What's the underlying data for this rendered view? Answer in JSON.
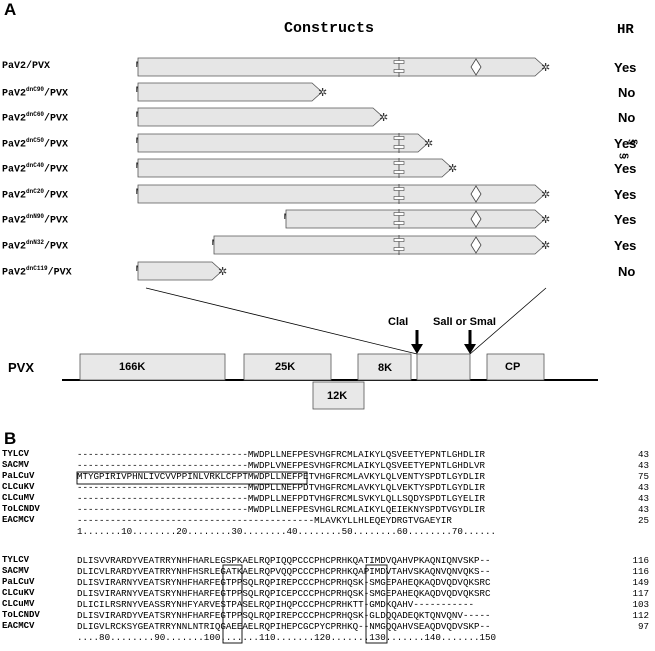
{
  "panel_a": {
    "label": "A",
    "title": "Constructs",
    "hr_header": "HR",
    "constructs": [
      {
        "base": "PaV2",
        "sup": "",
        "suffix": "/PVX",
        "hr": "Yes"
      },
      {
        "base": "PaV2",
        "sup": "dnC90",
        "suffix": "/PVX",
        "hr": "No"
      },
      {
        "base": "PaV2",
        "sup": "dnC60",
        "suffix": "/PVX",
        "hr": "No"
      },
      {
        "base": "PaV2",
        "sup": "dnC50",
        "suffix": "/PVX",
        "hr": "Yes"
      },
      {
        "base": "PaV2",
        "sup": "dnC40",
        "suffix": "/PVX",
        "hr": "Yes"
      },
      {
        "base": "PaV2",
        "sup": "dnC20",
        "suffix": "/PVX",
        "hr": "Yes"
      },
      {
        "base": "PaV2",
        "sup": "dnN90",
        "suffix": "/PVX",
        "hr": "Yes"
      },
      {
        "base": "PaV2",
        "sup": "dnN32",
        "suffix": "/PVX",
        "hr": "Yes"
      },
      {
        "base": "PaV2",
        "sup": "dnC119",
        "suffix": "/PVX",
        "hr": "No"
      }
    ],
    "start_marker": "M",
    "side_annotation": "§",
    "pvx_map": {
      "name": "PVX",
      "genes_top": [
        "166K",
        "25K",
        "8K",
        "CP"
      ],
      "gene_bottom": "12K",
      "site_left": "ClaI",
      "site_right": "SalI or SmaI"
    }
  },
  "panel_b": {
    "label": "B",
    "block1": {
      "rows": [
        {
          "name": "TYLCV",
          "seq": "-------------------------------MWDPLLNEFPESVHGFRCMLAIKYLQSVEETYEPNTLGHDLIR",
          "num": "43"
        },
        {
          "name": "SACMV",
          "seq": "-------------------------------MWDPLVNEFPESVHGFRCMLAIKYLQSVEETYEPNTLGHDLVR",
          "num": "43"
        },
        {
          "name": "PaLCuV",
          "seq": "MTYGPIRIVPHNLIVCVVPPINLVRKLCFPTMWDPLLNEFPETVHGFRCMLAVKYLQLVENTYSPDTLGYDLIR",
          "num": "75"
        },
        {
          "name": "CLCuKV",
          "seq": "-------------------------------MWDPLLNEFPDTVHGFRCMLAVKYLQLVEKTYSPDTLGYDLIR",
          "num": "43"
        },
        {
          "name": "CLCuMV",
          "seq": "-------------------------------MWDPLLNEFPDTVHGFRCMLSVKYLQLLSQDYSPDTLGYELIR",
          "num": "43"
        },
        {
          "name": "ToLCNDV",
          "seq": "-------------------------------MWDPLLNEFPESVHGLRCMLAIKYLQEIEKNYSPDTVGYDLIR",
          "num": "43"
        },
        {
          "name": "EACMCV",
          "seq": "-------------------------------------------MLAVKYLLHLEQEYDRGTVGAEYIR",
          "num": "25"
        }
      ],
      "ruler": "1.......10........20........30........40........50........60........70......"
    },
    "block2": {
      "rows": [
        {
          "name": "TYLCV",
          "seq": "DLISVVRARDYVEATRRYNHFHARLEGSPKAELRQPIQQPCCCPHCPRHKQATIMDVQAHVPKAQNIQNVSKP--",
          "num": "116"
        },
        {
          "name": "SACMV",
          "seq": "DLICVLRARDYVEATRRYNHFHSRLEGATKAELRQPVQQPCCCPHCPRHKQAPIMDVTAHVSKAQNVQNVQKS--",
          "num": "116"
        },
        {
          "name": "PaLCuV",
          "seq": "DLISVIRARNYVEATSRYNHFHARFEGTPPSQLRQPIREPCCCPHCPRHQSK-SMGEPAHEQKAQDVQDVQKSRC",
          "num": "149"
        },
        {
          "name": "CLCuKV",
          "seq": "DLISVIRARNYVEATSRYNHFHARFEGTPPSQLRQPICEPCCCPHCPRHQSK-SMGEPAHEQKAQDVQDVQKSRC",
          "num": "117"
        },
        {
          "name": "CLCuMV",
          "seq": "DLICILRSRNYVEASSRYNHFYARVESTPASELRQPIHQPCCCPHCPRHKTT-GMDKQAHV-----------",
          "num": "103"
        },
        {
          "name": "ToLCNDV",
          "seq": "DLISVIRARDYVEATSRYNHFHARFEGTPPSQLRQPIREPCCCPHCPRHQSK-GLDQQADEQKTQNVQNV-----",
          "num": "112"
        },
        {
          "name": "EACMCV",
          "seq": "DLIGVLRCKSYGEATRRYNNLNTRIQGAEEAELRQPIHEPCGCPYCPRHKQ--NMGQQAHVSEAQDVQDVSKP--",
          "num": "97"
        }
      ],
      "ruler": "....80........90.......100.......110.......120.......130.......140.......150"
    }
  }
}
